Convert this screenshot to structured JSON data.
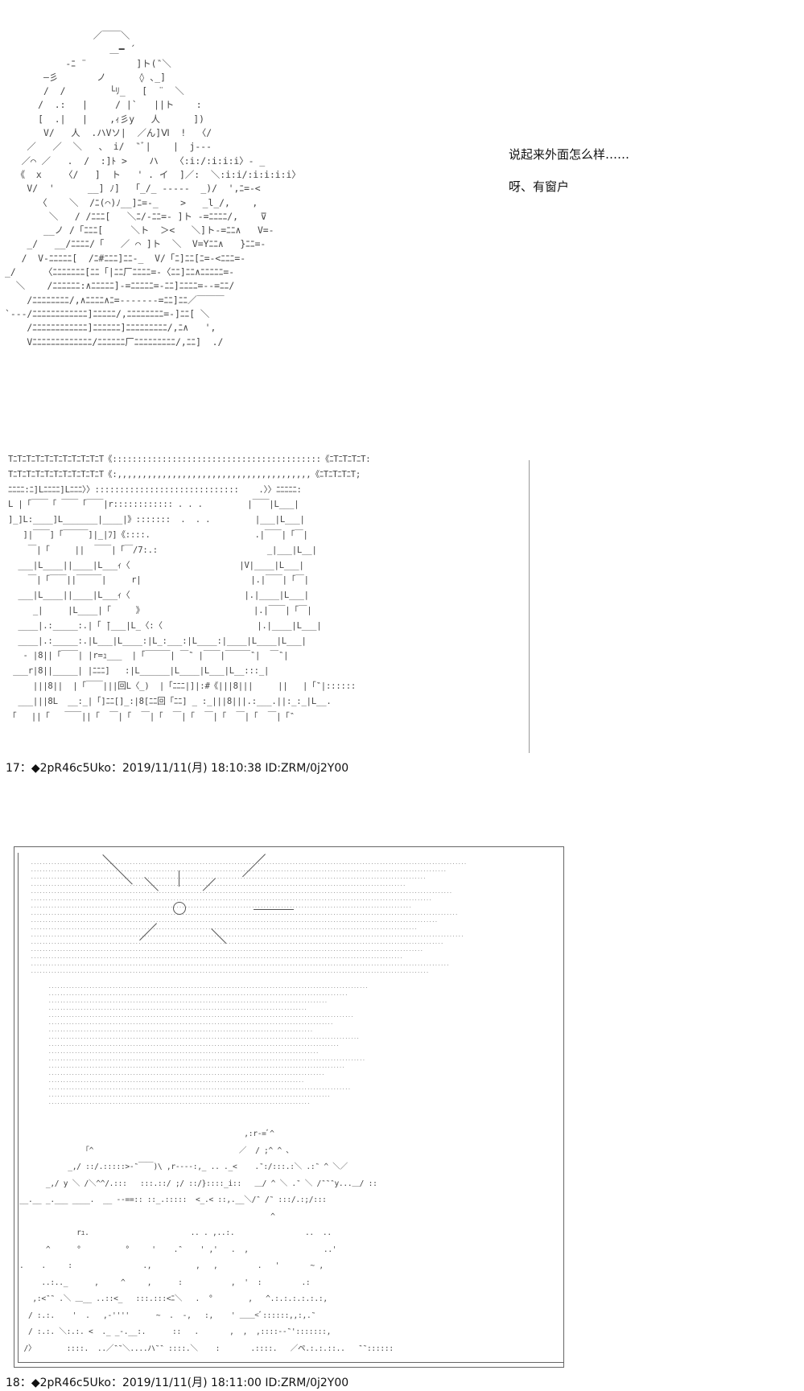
{
  "posts": [
    {
      "id": "post-17",
      "lines": [
        "说起来外面怎么样……",
        "呀、有窗户"
      ],
      "meta": "17：◆2pR46c5Uko：2019/11/11(月) 18:10:38 ID:ZRM/0j2Y00"
    },
    {
      "id": "post-18",
      "meta": "18：◆2pR46c5Uko：2019/11/11(月) 18:11:00 ID:ZRM/0j2Y00"
    }
  ],
  "art": {
    "character": [
      "                ／￣￣＼",
      "                   ＿━ ´",
      "           -ﾆ ¨         ]ト(‶＼",
      "       ―彡       ノ      ◊ ､_]",
      "       /  /        └ﾘ_   [  ¨  ＼",
      "      /  .:   |     / |`   ||ト    :",
      "      [  .|   |    ,ｨ彡y   人      ])",
      "       V/   人  .ハVソ|  ／ん]Ⅵ  !  〈/",
      "    ／   ／  ＼   、 i/  ‶ﾞ|    |  j---",
      "   ／⌒ ／   .  /  :]ﾄ >    ハ   〈:i:/:i:i:i〉- _",
      "  《  x    〈/   ]  ト   ' . イ  ]／:  ＼:i:i/:i:i:i:i〉",
      "    V/  '      __] ﾉ]  「_/_ -----  _)/  ',ﾆ=-<",
      "      〈    ＼  /ﾆ(⌒)ﾉ__]ﾆ=-_    >   _l_/,    ,",
      "        ＼   / /ﾆﾆﾆ[   ＼ﾆ/-ﾆﾆ=- ]ト -=ﾆﾆﾆﾆ/,    ⊽",
      "       __ノ /「ﾆﾆﾆ[     ＼ト  ＞<   ＼]ト-=ﾆﾆ∧   V=-",
      "    _/   __/ﾆﾆﾆﾆ/「   ／ ⌒ ]ト  ＼  V=Yﾆﾆ∧   }ﾆﾆ=-",
      "   /  V-ﾆﾆﾆﾆﾆ[  /ﾆ#ﾆﾆﾆ]ﾆﾆ-_  V/「ﾆ]ﾆﾆ[ﾆ=-<ﾆﾆﾆ=-",
      "_/     〈ﾆﾆﾆﾆﾆﾆﾆ[ﾆﾆ「|ﾆﾆ厂ﾆﾆﾆﾆ=-〈ﾆﾆ]ﾆﾆ∧ﾆﾆﾆﾆﾆ=-",
      "  ＼    /ﾆﾆﾆﾆﾆﾆ:∧ﾆﾆﾆﾆﾆ]-=ﾆﾆﾆﾆﾆ=-ﾆﾆ]ﾆﾆﾆﾆ=--=ﾆﾆ/",
      "    /ﾆﾆﾆﾆﾆﾆﾆﾆ/,∧ﾆﾆﾆﾆ∧ﾆ=-------=ﾆﾆ]ﾆﾆ／￣￣￣",
      "`---/ﾆﾆﾆﾆﾆﾆﾆﾆﾆﾆﾆﾆ]ﾆﾆﾆﾆﾆ/,ﾆﾆﾆﾆﾆﾆﾆﾆ=-]ﾆﾆ[ ＼",
      "    /ﾆﾆﾆﾆﾆﾆﾆﾆﾆﾆﾆﾆ]ﾆﾆﾆﾆﾆﾆ]ﾆﾆﾆﾆﾆﾆﾆﾆﾆ/,ﾆ∧   ',",
      "    Vﾆﾆﾆﾆﾆﾆﾆﾆﾆﾆﾆﾆﾆ/ﾆﾆﾆﾆﾆﾆ厂ﾆﾆﾆﾆﾆﾆﾆﾆﾆ/,ﾆﾆ]  ./"
    ],
    "window": [
      "TﾆTﾆTﾆTﾆTﾆTﾆTﾆTﾆTﾆTﾆT《::::::::::::::::::::::::::::::::::::::::::《ﾆTﾆTﾆTﾆT:",
      "TﾆTﾆTﾆTﾆTﾆTﾆTﾆTﾆTﾆTﾆT《:,,,,,,,,,,,,,,,,,,,,,,,,,,,,,,,,,,,,,,,《ﾆTﾆTﾆTﾆT;",
      "ﾆﾆﾆﾆ:ﾆ]Lﾆﾆﾆﾆ]Lﾆﾆﾆ〉〉:::::::::::::::::::::::::::::    .〉〉ﾆﾆﾆﾆﾆ:",
      "L |「￣￣「 ￣￣「￣￣|r:::::::::::: . . .         |￣￣|L___|",
      "]_]L:____]L_______|____|》:::::::  .  . .         |___|L___|",
      "   ]|￣￣]「￣￣￣]|_|ﾌ]《::::.                     .|￣￣|「￣|",
      "    ￣|「     ||  ￣￣|「￣/7:.:                      _|___|L__|",
      "  ___|L____||____|L___ｨ〈                      |V|____|L___|",
      "    ￣|「￣￣||￣￣￣|     r|                      |.|￣￣|「￣|",
      "  ___|L____||____|L___ｨ〈                       |.|____|L___|",
      "     _|     |L____|「     》                      |.|￣￣|「￣|",
      "  ____|.:_____:.|「 ̄|___|L_〈:〈                   |.|____|L___|",
      "  ____|.:_____:.|L___|L____:|L_:___:|L____:|____|L____|L___|",
      "   - |8||「￣￣| |r=ｭ___  |「￣￣￣| ￣‶ |￣￣|￣￣￣‶|  ￣‶|",
      " ___r|8||_____| |ﾆﾆﾆ]   :|L______|L____|L___|L__:::_|",
      "     |||8||  |「￣￣|||回L〈_)  |「ﾆﾆﾆ|]|:#《|||8|||     ||   |「‶|::::::",
      "  ___|||8L  __:_|「]ﾆﾆ[]_:|8[ﾆﾆ回「ﾆﾆ] _ :_|||8|||.:___.||:_:_|L__.",
      "「   ||「   ￣￣||「  ￣|「  ￣|「  ￣|「  ￣|「  ￣|「  ￣|「‶"
    ],
    "landscape_mountains": [
      "                                                   ,:r-=ﾞ^",
      "               ｢^                                 ／  / ;^ ^ ､",
      "           _,/ ::/.:::::>-‶￣￣)\\ ,r----:,_ .. ._<    .‶:/:::.:＼ .:‶ ^ ＼／",
      "      _,/ y ＼ /＼^^/.:::   :::.::/ ;/ ::/}::::_i::   ＿/ ^ ＼ .‶ ＼ /‶‶‶y...＿/ ::",
      "__.__ _.___ ____.  __ --==:: ::_.:::::  <_.< ::,.__＼/‶ /‶ :::/.:;/:::",
      "                                                         ^",
      "             rｭ.                       .. . ,..:.                ..  ..",
      "      ^      °          °     '    .‶    ' ,'   .  ,                 ..'",
      ".    .     :                .,          ,   ,         .   '       ~ ,",
      "     ..:.._      ,     ^     ,      :           ,  '  :         .:",
      "   ,:<‶‶ .＼ ＿__ ..::<_   :::.:::<ﾆ＼   .  °        ,   ^.:.:.:.:.:.:,",
      "  / :.:.    '  .   ,-''''      ~  .  -,   :,    ' ＿＿<ﾞ::::::,,:,.‶",
      "  / :.:. ＼:.:. <  ._ _-.__:.      ::   .       ,  ,  ,::::--‶':::::::,",
      " /〉       ::::.  ..／‶‶＼....ハ‶‶ ::::.＼    :       .::::.   ／ペ.:.:.::..   ‶‶::::::"
    ]
  }
}
